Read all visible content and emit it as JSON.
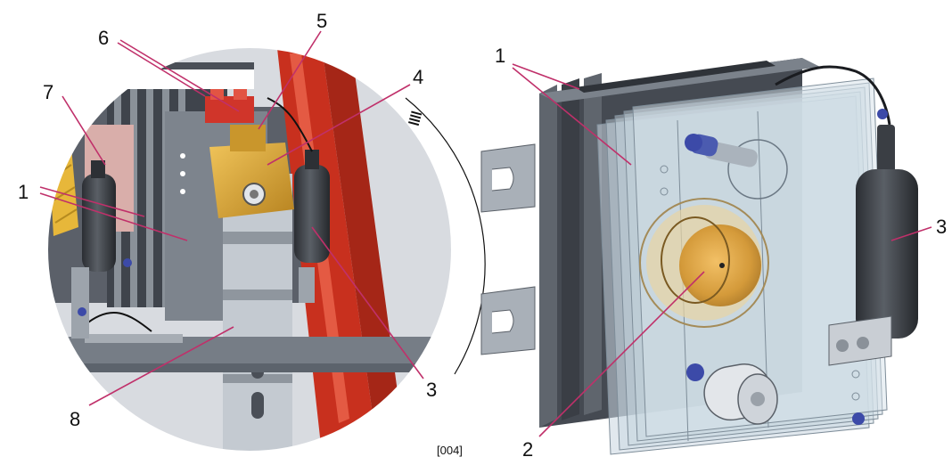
{
  "figure_ref": "[004]",
  "colors": {
    "leader": "#c0306a",
    "red_part": "#c8301e",
    "brass": "#d9a531",
    "pink_panel": "#d9aeaa",
    "heatsink_dark": "#454a52",
    "heatsink_mid": "#7b828b",
    "steel": "#b7bec6",
    "glass": "#b8cad7",
    "capsule": "#3a3e44",
    "blue_bolt": "#3c4aa8"
  },
  "left_view": {
    "labels": [
      {
        "id": "l-1",
        "text": "1"
      },
      {
        "id": "l-3",
        "text": "3"
      },
      {
        "id": "l-4",
        "text": "4"
      },
      {
        "id": "l-5",
        "text": "5"
      },
      {
        "id": "l-6",
        "text": "6"
      },
      {
        "id": "l-7",
        "text": "7"
      },
      {
        "id": "l-8",
        "text": "8"
      }
    ]
  },
  "right_view": {
    "labels": [
      {
        "id": "r-1",
        "text": "1"
      },
      {
        "id": "r-2",
        "text": "2"
      },
      {
        "id": "r-3",
        "text": "3"
      }
    ]
  }
}
